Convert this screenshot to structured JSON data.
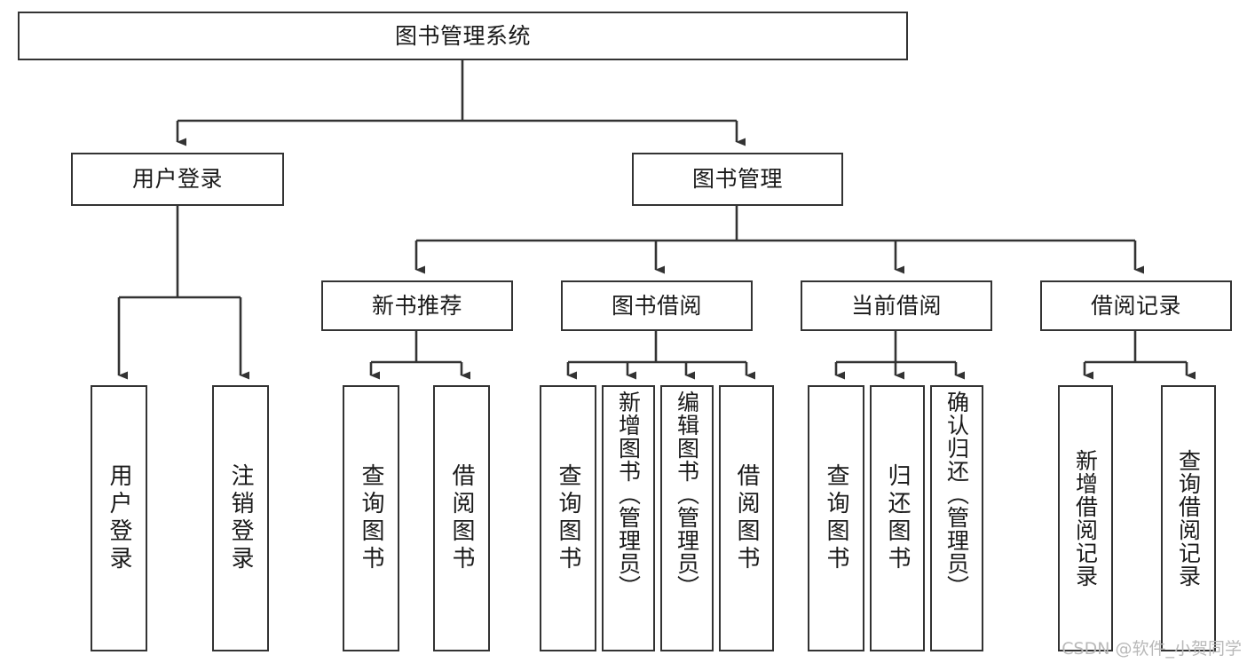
{
  "diagram": {
    "type": "tree",
    "title": "图书管理系统",
    "orientation": "top-down",
    "style": {
      "box_fill": "#ffffff",
      "box_stroke": "#333333",
      "connector_stroke": "#333333",
      "text_color": "#1a1a1a",
      "background": "#ffffff"
    },
    "levels": {
      "root": {
        "label": "图书管理系统"
      },
      "level2": [
        {
          "id": "user-login",
          "label": "用户登录"
        },
        {
          "id": "book-manage",
          "label": "图书管理"
        }
      ],
      "level3": [
        {
          "id": "new-book-rec",
          "label": "新书推荐",
          "parent": "book-manage"
        },
        {
          "id": "book-borrow",
          "label": "图书借阅",
          "parent": "book-manage"
        },
        {
          "id": "current-borrow",
          "label": "当前借阅",
          "parent": "book-manage"
        },
        {
          "id": "borrow-record",
          "label": "借阅记录",
          "parent": "book-manage"
        }
      ],
      "leaves": [
        {
          "id": "leaf-user-login",
          "label": "用户登录",
          "parent": "user-login"
        },
        {
          "id": "leaf-user-logout",
          "label": "注销登录",
          "parent": "user-login"
        },
        {
          "id": "leaf-query-book-1",
          "label": "查询图书",
          "parent": "new-book-rec"
        },
        {
          "id": "leaf-borrow-book-1",
          "label": "借阅图书",
          "parent": "new-book-rec"
        },
        {
          "id": "leaf-query-book-2",
          "label": "查询图书",
          "parent": "book-borrow"
        },
        {
          "id": "leaf-add-book",
          "label": "新增图书（管理员）",
          "parent": "book-borrow"
        },
        {
          "id": "leaf-edit-book",
          "label": "编辑图书（管理员）",
          "parent": "book-borrow"
        },
        {
          "id": "leaf-borrow-book-2",
          "label": "借阅图书",
          "parent": "book-borrow"
        },
        {
          "id": "leaf-query-book-3",
          "label": "查询图书",
          "parent": "current-borrow"
        },
        {
          "id": "leaf-return-book",
          "label": "归还图书",
          "parent": "current-borrow"
        },
        {
          "id": "leaf-confirm-return",
          "label": "确认归还（管理员）",
          "parent": "current-borrow"
        },
        {
          "id": "leaf-add-record",
          "label": "新增借阅记录",
          "parent": "borrow-record"
        },
        {
          "id": "leaf-query-record",
          "label": "查询借阅记录",
          "parent": "borrow-record"
        }
      ]
    }
  },
  "watermark": {
    "text": "CSDN @软件_小贺同学"
  }
}
